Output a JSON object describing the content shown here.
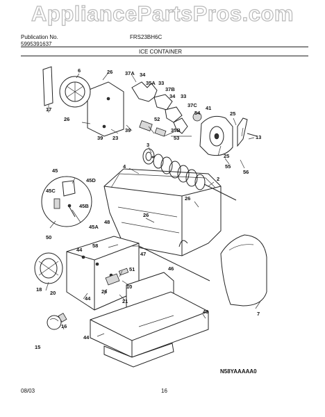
{
  "watermark": "AppliancePartsPros.com",
  "header": {
    "publication_label": "Publication No.",
    "publication_number": "5995391637",
    "model": "FRS23BH6C",
    "section_title": "ICE CONTAINER"
  },
  "footer": {
    "date": "08/03",
    "page": "16",
    "diagram_code": "N58YAAAAA0"
  },
  "callouts": [
    "17",
    "6",
    "26",
    "37A",
    "34",
    "35A",
    "33",
    "37B",
    "34",
    "33",
    "37C",
    "54",
    "41",
    "25",
    "26",
    "39",
    "23",
    "39",
    "52",
    "35B",
    "53",
    "13",
    "3",
    "25",
    "55",
    "56",
    "4",
    "2",
    "45",
    "45D",
    "45C",
    "45B",
    "45A",
    "50",
    "26",
    "26",
    "48",
    "58",
    "44",
    "47",
    "46",
    "51",
    "7",
    "18",
    "20",
    "10",
    "44",
    "26",
    "21",
    "49",
    "16",
    "15",
    "44"
  ]
}
